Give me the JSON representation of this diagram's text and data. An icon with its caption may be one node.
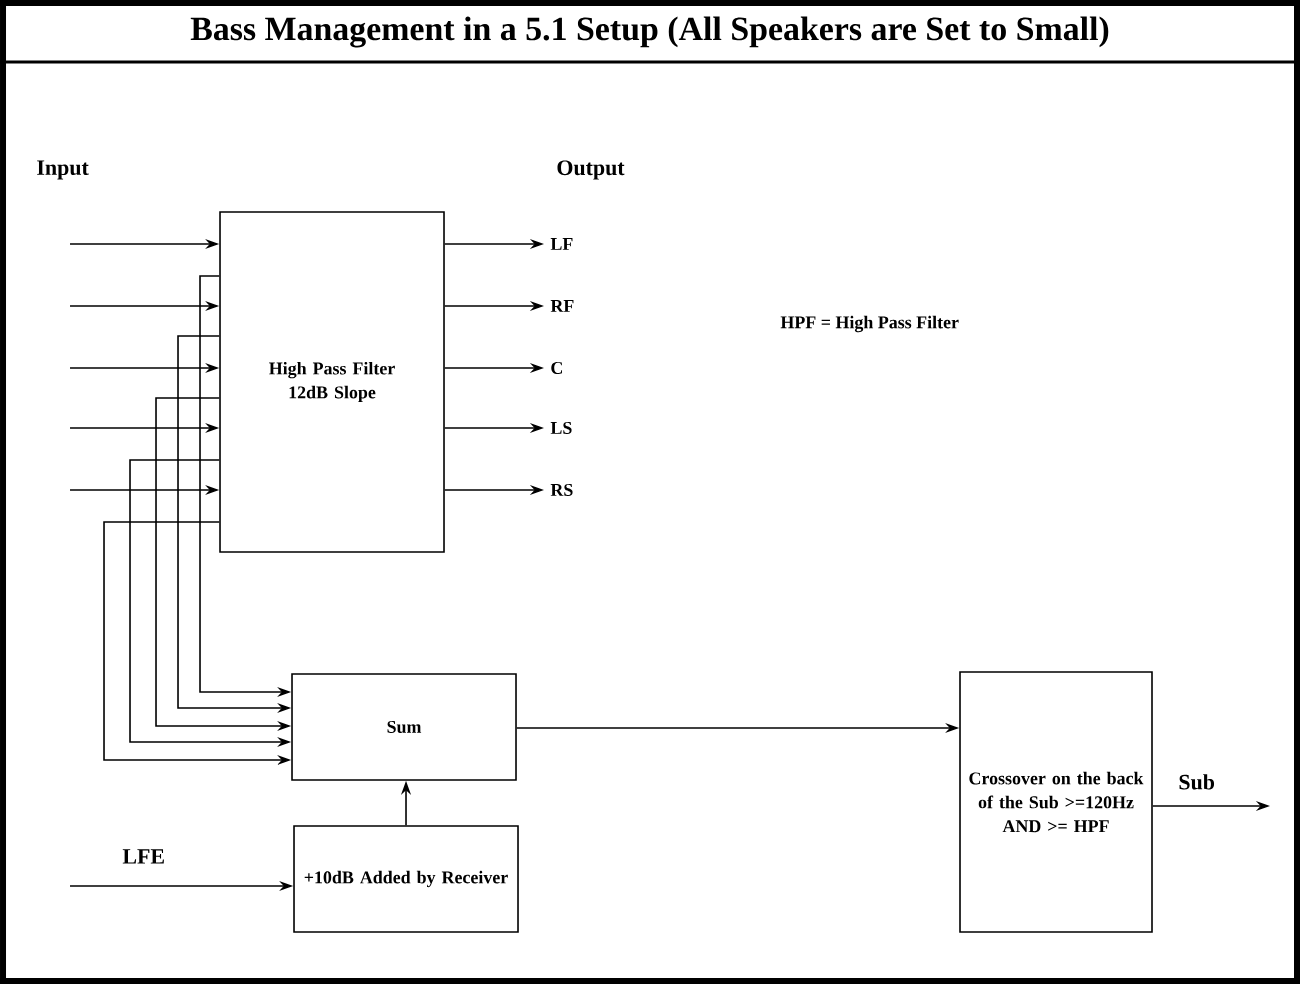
{
  "diagram": {
    "title": "Bass Management in a 5.1 Setup (All Speakers are Set to Small)",
    "nodes": [
      {
        "text": [
          "High Pass Filter 12dB Slope"
        ]
      },
      {
        "text": [
          "Sum"
        ]
      },
      {
        "text": [
          "+10dB Added by Receiver"
        ]
      },
      {
        "text": [
          "Crossover on the back of the Sub >=120Hz AND >= HPF"
        ]
      }
    ],
    "edges": [
      {
        "from": null,
        "to": 0,
        "arrow": "to"
      },
      {
        "from": null,
        "to": 0,
        "arrow": "to"
      },
      {
        "from": null,
        "to": 0,
        "arrow": "to"
      },
      {
        "from": null,
        "to": 0,
        "arrow": "to"
      },
      {
        "from": null,
        "to": 0,
        "arrow": "to"
      },
      {
        "from": 0,
        "to": null,
        "arrow": "to",
        "label": "LF"
      },
      {
        "from": 0,
        "to": null,
        "arrow": "to",
        "label": "RF"
      },
      {
        "from": 0,
        "to": null,
        "arrow": "to",
        "label": "C"
      },
      {
        "from": 0,
        "to": null,
        "arrow": "to",
        "label": "LS"
      },
      {
        "from": 0,
        "to": null,
        "arrow": "to",
        "label": "RS"
      },
      {
        "from": 0,
        "to": 1,
        "arrow": "to"
      },
      {
        "from": 0,
        "to": 1,
        "arrow": "to"
      },
      {
        "from": 0,
        "to": 1,
        "arrow": "to"
      },
      {
        "from": 0,
        "to": 1,
        "arrow": "to"
      },
      {
        "from": 0,
        "to": 1,
        "arrow": "to"
      },
      {
        "from": null,
        "to": 2,
        "arrow": "to",
        "label": "LFE"
      },
      {
        "from": 2,
        "to": 1,
        "arrow": "to"
      },
      {
        "from": 1,
        "to": 3,
        "arrow": "to"
      },
      {
        "from": 3,
        "to": null,
        "arrow": "to",
        "label": "Sub"
      }
    ],
    "labels": [
      "Input",
      "Output",
      "HPF = High Pass Filter"
    ]
  }
}
